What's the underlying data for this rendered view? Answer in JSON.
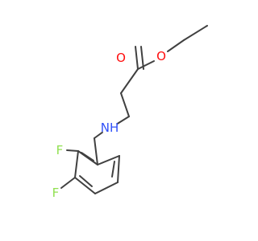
{
  "molecule": {
    "atoms": {
      "carbonyl_oxygen": {
        "label": "O",
        "color": "#ff0d0d"
      },
      "ester_oxygen": {
        "label": "O",
        "color": "#ff0d0d"
      },
      "amine": {
        "label": "NH",
        "color": "#3050f8"
      },
      "fluorine_2": {
        "label": "F",
        "color": "#90e050"
      },
      "fluorine_3": {
        "label": "F",
        "color": "#90e050"
      }
    },
    "bond_color": "#404040"
  }
}
